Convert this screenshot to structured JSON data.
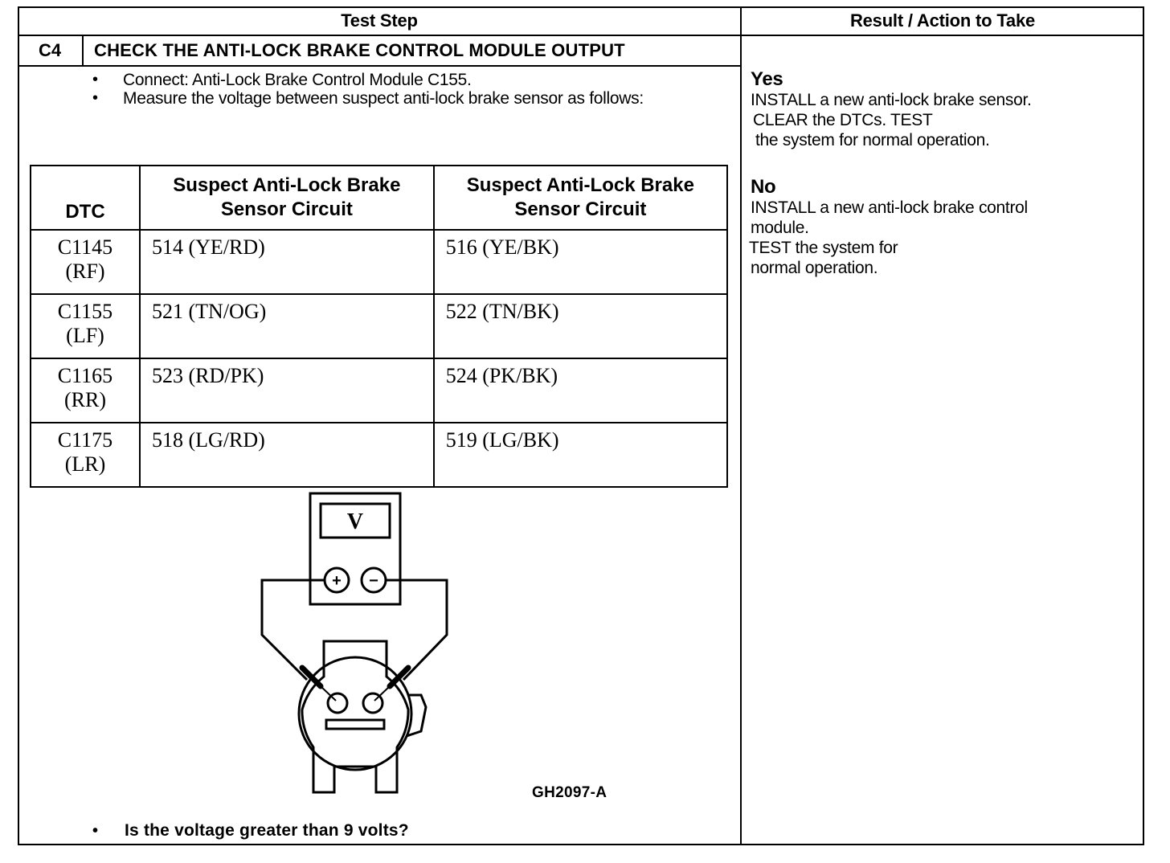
{
  "headers": {
    "test_step": "Test Step",
    "result_action": "Result / Action to Take"
  },
  "step": {
    "id": "C4",
    "title": "CHECK THE ANTI-LOCK BRAKE CONTROL MODULE OUTPUT",
    "bullets": [
      "Connect: Anti-Lock Brake Control Module C155.",
      "Measure the voltage between suspect anti-lock brake sensor as follows:"
    ],
    "bullet_symbol": "•"
  },
  "table": {
    "columns": [
      "DTC",
      "Suspect Anti-Lock Brake Sensor Circuit",
      "Suspect Anti-Lock Brake Sensor Circuit"
    ],
    "rows": [
      {
        "code": "C1145",
        "wheel": "(RF)",
        "circuit_a": "514 (YE/RD)",
        "circuit_b": "516 (YE/BK)"
      },
      {
        "code": "C1155",
        "wheel": "(LF)",
        "circuit_a": "521 (TN/OG)",
        "circuit_b": "522 (TN/BK)"
      },
      {
        "code": "C1165",
        "wheel": "(RR)",
        "circuit_a": "523 (RD/PK)",
        "circuit_b": "524 (PK/BK)"
      },
      {
        "code": "C1175",
        "wheel": "(LR)",
        "circuit_a": "518 (LG/RD)",
        "circuit_b": "519 (LG/BK)"
      }
    ]
  },
  "diagram": {
    "meter_label": "V",
    "plus": "+",
    "minus": "−",
    "figure_id": "GH2097-A"
  },
  "question": "Is the voltage greater than 9 volts?",
  "result": {
    "yes": {
      "label": "Yes",
      "lines": [
        "INSTALL a new anti-lock brake sensor.",
        "CLEAR the DTCs. TEST",
        "the system for normal operation."
      ]
    },
    "no": {
      "label": "No",
      "lines": [
        "INSTALL a new anti-lock brake control",
        "module.",
        "TEST the system for",
        "normal operation."
      ]
    }
  }
}
